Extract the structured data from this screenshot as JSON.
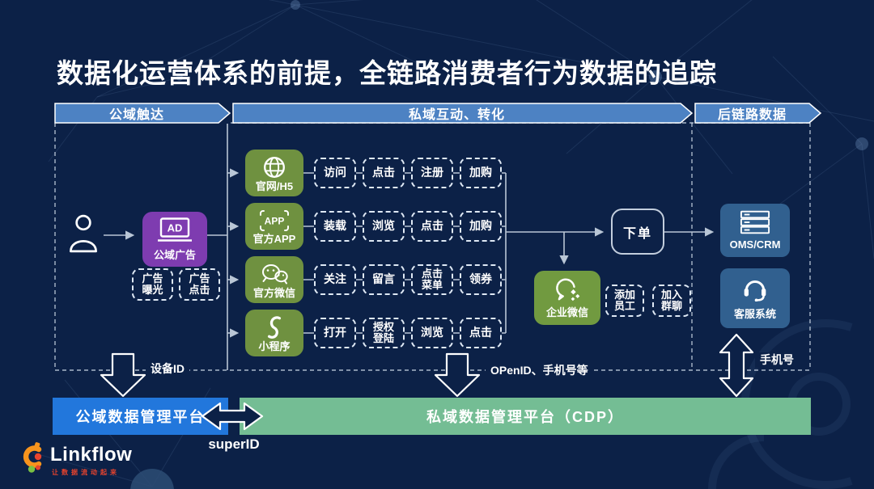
{
  "title": "数据化运营体系的前提，全链路消费者行为数据的追踪",
  "colors": {
    "bg": "#0c2147",
    "band": "#4d82c3",
    "green": "#6f9140",
    "wecomGreen": "#719a40",
    "purple": "#7e3cb0",
    "steel": "#31608f",
    "barBlue": "#2277dc",
    "barGreen": "#74bd94",
    "line": "#b9c6d6",
    "red": "#e8432d",
    "dash": "#dfe9f5"
  },
  "bands": [
    {
      "label": "公域触达"
    },
    {
      "label": "私域互动、转化"
    },
    {
      "label": "后链路数据"
    }
  ],
  "public_reach": {
    "ad_icon_text": "AD",
    "ad_box_label": "公域广告",
    "events": [
      "广告\n曝光",
      "广告\n点击"
    ]
  },
  "channels": [
    {
      "label": "官网/H5",
      "icon": "globe-icon",
      "events": [
        "访问",
        "点击",
        "注册",
        "加购"
      ]
    },
    {
      "label": "官方APP",
      "icon": "app-icon",
      "icon_text": "APP",
      "events": [
        "装载",
        "浏览",
        "点击",
        "加购"
      ]
    },
    {
      "label": "官方微信",
      "icon": "wechat-icon",
      "events": [
        "关注",
        "留言",
        "点击\n菜单",
        "领券"
      ]
    },
    {
      "label": "小程序",
      "icon": "miniprogram-icon",
      "events": [
        "打开",
        "授权\n登陆",
        "浏览",
        "点击"
      ]
    }
  ],
  "order_box": {
    "label": "下单"
  },
  "wecom": {
    "label": "企业微信",
    "events": [
      "添加\n员工",
      "加入\n群聊"
    ]
  },
  "backend": [
    {
      "label": "OMS/CRM",
      "icon": "server-icon"
    },
    {
      "label": "客服系统",
      "icon": "headset-icon"
    }
  ],
  "id_labels": {
    "device": "设备ID",
    "openid": "OPenID、手机号等",
    "phone": "手机号",
    "super": "superID"
  },
  "platforms": {
    "public": "公域数据管理平台",
    "private": "私域数据管理平台（CDP）"
  },
  "logo": {
    "name": "Linkflow",
    "tagline": "让数据流动起来"
  }
}
